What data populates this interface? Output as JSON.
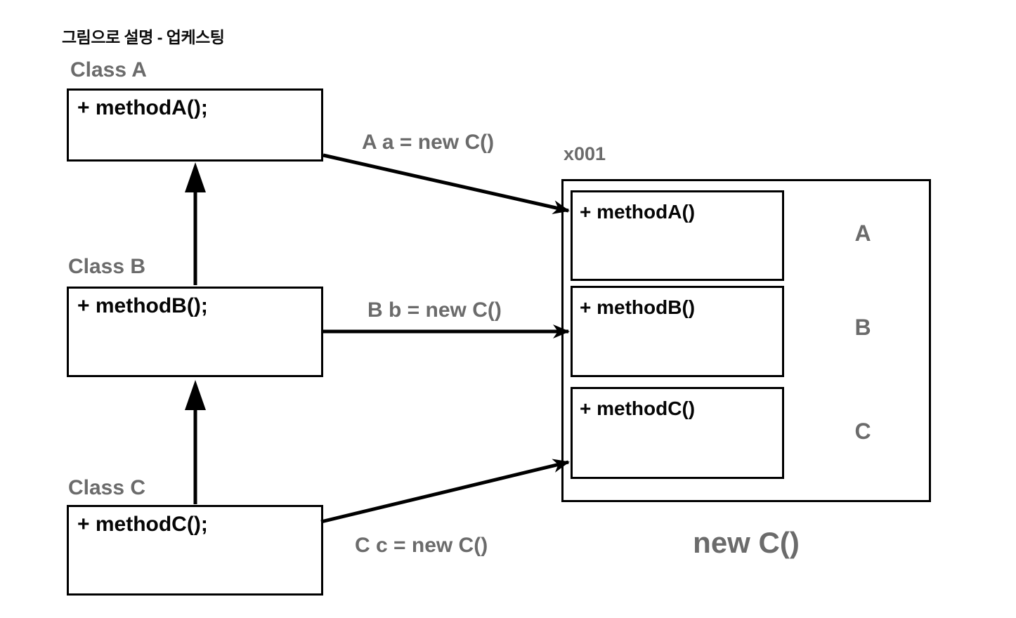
{
  "title": "그림으로 설명 - 업케스팅",
  "classes": [
    {
      "label": "Class A",
      "method": "+ methodA();"
    },
    {
      "label": "Class B",
      "method": "+ methodB();"
    },
    {
      "label": "Class C",
      "method": "+ methodC();"
    }
  ],
  "assignments": [
    {
      "label": "A a = new C()"
    },
    {
      "label": "B b = new C()"
    },
    {
      "label": "C c = new C()"
    }
  ],
  "object_box": {
    "address_label": "x001",
    "caption": "new C()",
    "slots": [
      {
        "method": "+ methodA()",
        "class_letter": "A"
      },
      {
        "method": "+ methodB()",
        "class_letter": "B"
      },
      {
        "method": "+ methodC()",
        "class_letter": "C"
      }
    ]
  },
  "colors": {
    "gray_text": "#6b6b6b",
    "line": "#000000",
    "background": "#ffffff"
  }
}
